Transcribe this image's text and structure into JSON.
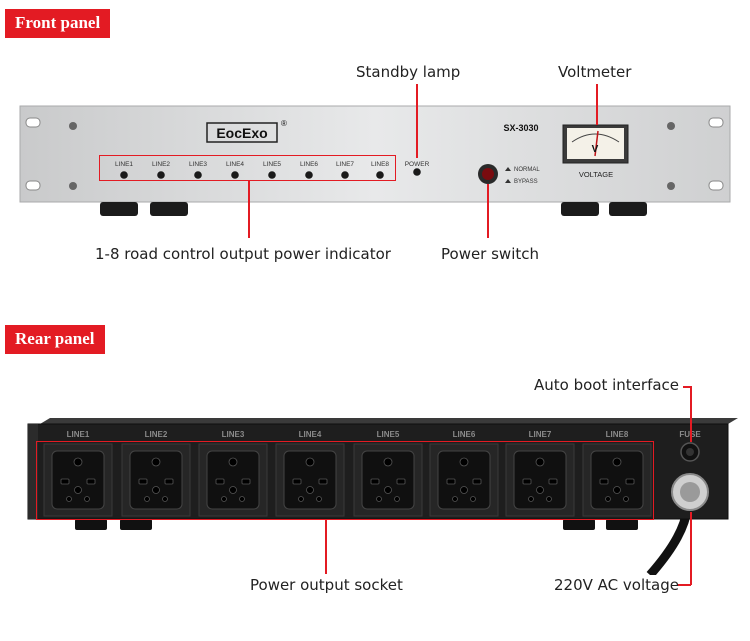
{
  "front": {
    "tag": "Front panel",
    "brand": "EocExo",
    "brand_mark": "®",
    "model": "SX-3030",
    "line_labels": [
      "LINE1",
      "LINE2",
      "LINE3",
      "LINE4",
      "LINE5",
      "LINE6",
      "LINE7",
      "LINE8"
    ],
    "power_label": "POWER",
    "normal_label": "NORMAL",
    "bypass_label": "BYPASS",
    "meter_letter": "V",
    "voltage_label": "VOLTAGE",
    "callouts": {
      "standby": "Standby lamp",
      "voltmeter": "Voltmeter",
      "indicator": "1-8 road control output power indicator",
      "switch": "Power switch"
    }
  },
  "rear": {
    "tag": "Rear panel",
    "line_labels": [
      "LINE1",
      "LINE2",
      "LINE3",
      "LINE4",
      "LINE5",
      "LINE6",
      "LINE7",
      "LINE8"
    ],
    "fuse_label": "FUSE",
    "callouts": {
      "auto_boot": "Auto boot interface",
      "socket": "Power output socket",
      "ac": "220V AC voltage"
    }
  },
  "colors": {
    "accent": "#e31b23",
    "panel": "#d9dadb",
    "rear": "#1c1c1c"
  }
}
